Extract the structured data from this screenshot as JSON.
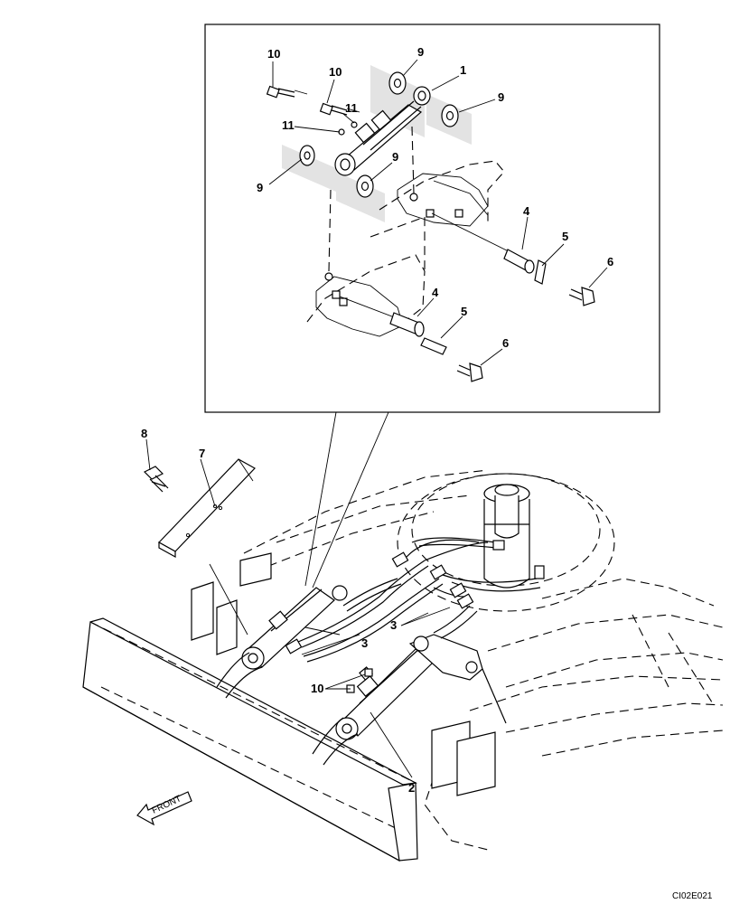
{
  "diagram": {
    "code": "CI02E021",
    "front_label": "FRONT",
    "detail_labels": {
      "c1": "1",
      "c4a": "4",
      "c4b": "4",
      "c5a": "5",
      "c5b": "5",
      "c6a": "6",
      "c6b": "6",
      "c9a": "9",
      "c9b": "9",
      "c9c": "9",
      "c9d": "9",
      "c10a": "10",
      "c10b": "10",
      "c11a": "11",
      "c11b": "11"
    },
    "main_labels": {
      "c2": "2",
      "c3a": "3",
      "c3b": "3",
      "c7": "7",
      "c8": "8",
      "c10": "10"
    }
  }
}
